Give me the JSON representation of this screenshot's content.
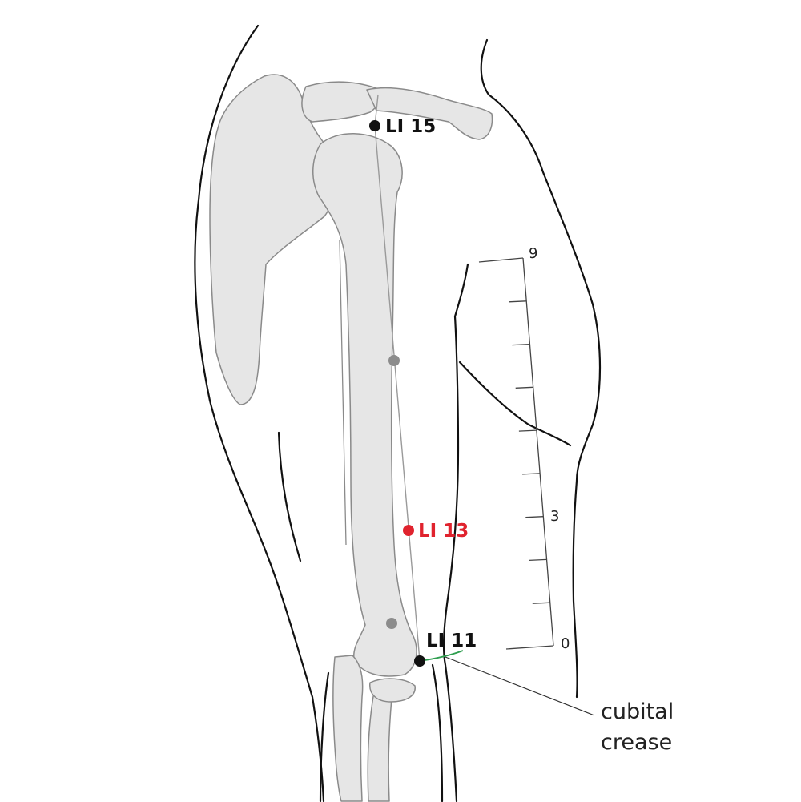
{
  "points": {
    "li15": {
      "label": "LI 15",
      "color": "#111111"
    },
    "li13": {
      "label": "LI 13",
      "color": "#e0232e"
    },
    "li11": {
      "label": "LI 11",
      "color": "#111111"
    },
    "guide_color": "#8c8c8c"
  },
  "scale": {
    "top_label": "9",
    "mid_label": "3",
    "bottom_label": "0",
    "divisions": 9
  },
  "annotation": {
    "line1": "cubital",
    "line2": "crease"
  },
  "colors": {
    "bone_fill": "#e6e6e6",
    "bone_stroke": "#8a8a8a",
    "crease_line": "#2e9e4f"
  }
}
